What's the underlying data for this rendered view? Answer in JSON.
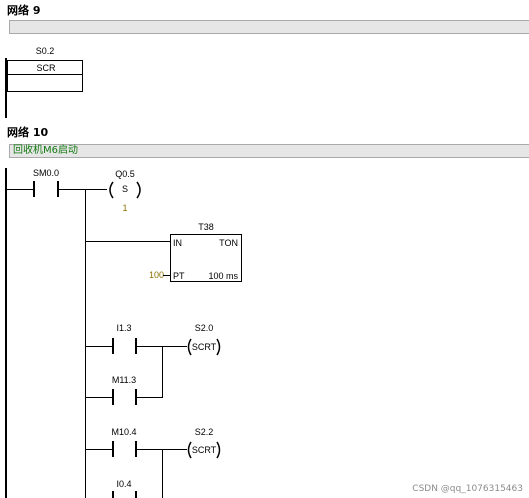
{
  "network9": {
    "title": "网络 9",
    "comment": "",
    "scr_address": "S0.2",
    "scr_label": "SCR"
  },
  "network10": {
    "title": "网络 10",
    "comment": "回收机M6启动",
    "sm_contact": "SM0.0",
    "set_coil": {
      "address": "Q0.5",
      "symbol": "S",
      "count": "1"
    },
    "timer": {
      "name": "T38",
      "in_pin": "IN",
      "type": "TON",
      "pt_value": "100",
      "pt_pin": "PT",
      "resolution": "100 ms"
    },
    "rung_i13": {
      "contact": "I1.3",
      "parallel_contact": "M11.3",
      "coil_address": "S2.0",
      "coil_label": "SCRT"
    },
    "rung_m104": {
      "contact": "M10.4",
      "parallel_contact": "I0.4",
      "coil_address": "S2.2",
      "coil_label": "SCRT"
    }
  },
  "watermark": "CSDN @qq_1076315463"
}
